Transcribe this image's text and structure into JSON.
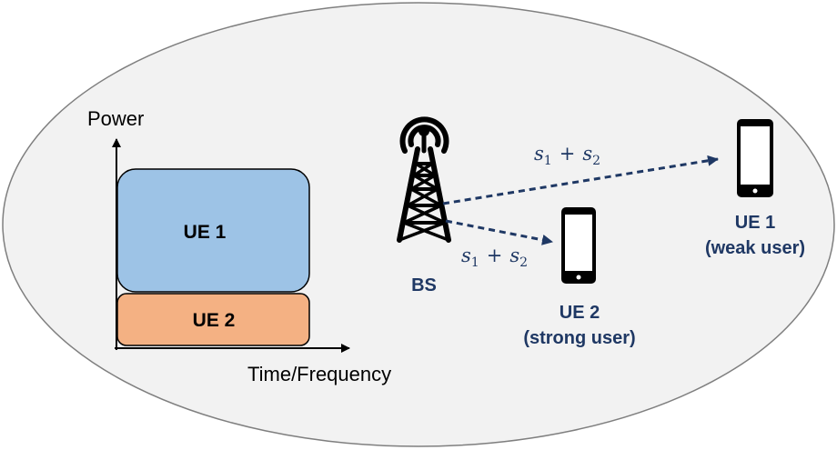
{
  "axes": {
    "y_label": "Power",
    "x_label": "Time/Frequency"
  },
  "power_blocks": {
    "ue1_label": "UE 1",
    "ue2_label": "UE 2"
  },
  "base_station": {
    "label": "BS"
  },
  "links": {
    "upper": {
      "a": "s",
      "a_sub": "1",
      "op": "+",
      "b": "s",
      "b_sub": "2"
    },
    "lower": {
      "a": "s",
      "a_sub": "1",
      "op": "+",
      "b": "s",
      "b_sub": "2"
    }
  },
  "ue2": {
    "name": "UE 2",
    "role": "(strong user)"
  },
  "ue1": {
    "name": "UE 1",
    "role": "(weak user)"
  },
  "colors": {
    "background_ellipse": "#f2f2f2",
    "ue1_block": "#9dc3e6",
    "ue2_block": "#f4b183",
    "arrow_dashed": "#1f3864",
    "label_text": "#1f3864"
  }
}
